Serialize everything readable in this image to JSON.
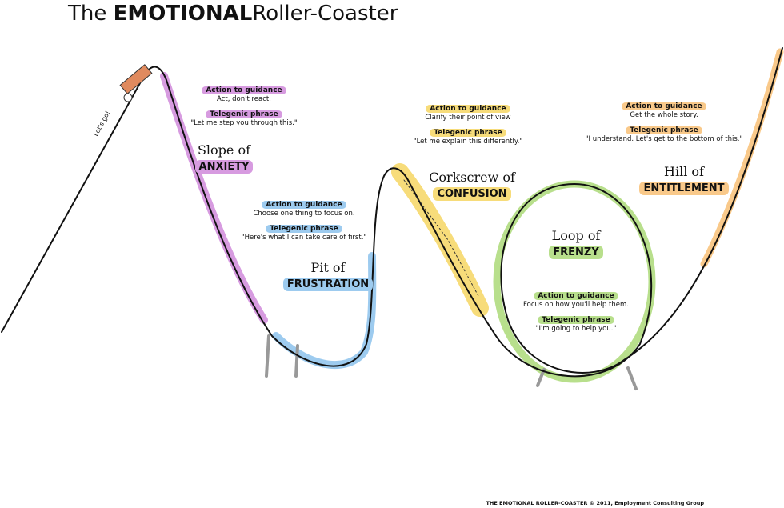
{
  "title": {
    "prefix": "The",
    "emphasis": "EMOTIONAL",
    "suffix": "Roller-Coaster"
  },
  "track_label": "Let's go!",
  "sections": [
    {
      "id": "anxiety",
      "color": "#d79be0",
      "action_label": "Action to guidance",
      "action": "Act, don't react.",
      "phrase_label": "Telegenic phrase",
      "phrase": "\"Let me step you through this.\"",
      "name_prefix": "Slope of",
      "name": "ANXIETY"
    },
    {
      "id": "frustration",
      "color": "#9dcbef",
      "action_label": "Action to guidance",
      "action": "Choose one thing to focus on.",
      "phrase_label": "Telegenic phrase",
      "phrase": "\"Here's what I can take care of first.\"",
      "name_prefix": "Pit of",
      "name": "FRUSTRATION"
    },
    {
      "id": "confusion",
      "color": "#f7dc7a",
      "action_label": "Action to guidance",
      "action": "Clarify their point of view",
      "phrase_label": "Telegenic phrase",
      "phrase": "\"Let me explain this differently.\"",
      "name_prefix": "Corkscrew of",
      "name": "CONFUSION"
    },
    {
      "id": "frenzy",
      "color": "#b8df8c",
      "action_label": "Action to guidance",
      "action": "Focus on how you'll help them.",
      "phrase_label": "Telegenic phrase",
      "phrase": "\"I'm going to help you.\"",
      "name_prefix": "Loop of",
      "name": "FRENZY"
    },
    {
      "id": "entitlement",
      "color": "#f9c98a",
      "action_label": "Action to guidance",
      "action": "Get the whole story.",
      "phrase_label": "Telegenic phrase",
      "phrase": "\"I understand. Let's get to the bottom of this.\"",
      "name_prefix": "Hill of",
      "name": "ENTITLEMENT"
    }
  ],
  "footer": "THE EMOTIONAL ROLLER-COASTER © 2011, Employment Consulting Group"
}
